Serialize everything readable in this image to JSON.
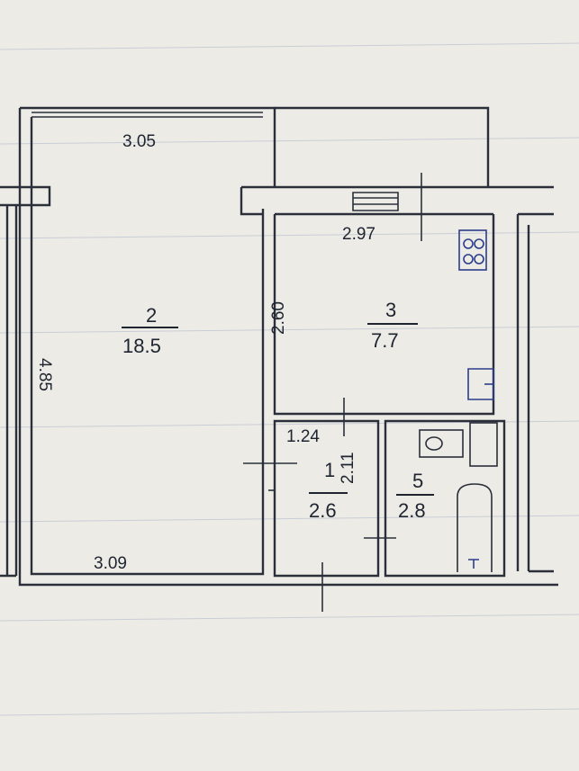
{
  "rooms": [
    {
      "number": "2",
      "area": "18.5"
    },
    {
      "number": "3",
      "area": "7.7"
    },
    {
      "number": "1",
      "area": "2.6"
    },
    {
      "number": "5",
      "area": "2.8"
    }
  ],
  "dimensions": {
    "room2_top": "3.05",
    "room2_side": "4.85",
    "room2_bottom": "3.09",
    "room3_top": "2.97",
    "room3_side": "2.60",
    "room1_top": "1.24",
    "room1_side": "2.11"
  },
  "colors": {
    "ink": "#2a2f3a",
    "fixture_ink": "#2c3d8a",
    "paper": "#ecebe6"
  }
}
